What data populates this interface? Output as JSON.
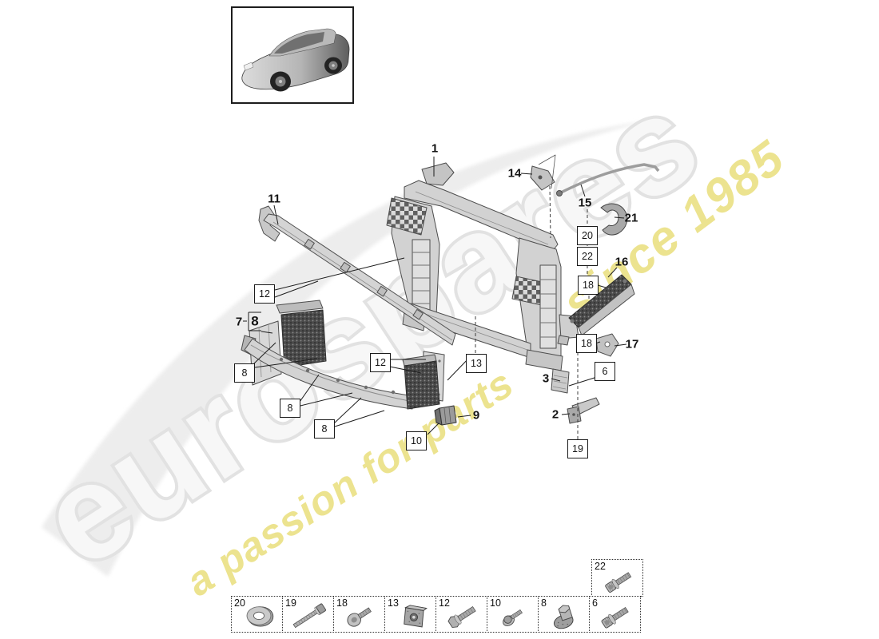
{
  "watermark": {
    "brand": "eurospares",
    "tagline_part1": "a passion for parts",
    "tagline_part2": "since 1985",
    "tagline_full": "a passion for parts since 1985",
    "brand_edge_color": "#e2e2e2",
    "tagline_color": "#ece28a"
  },
  "vehicle_thumbnail": {
    "icon": "suv-three-quarter-view-illustration"
  },
  "diagram": {
    "callouts": [
      {
        "ref": "1",
        "style": "plain"
      },
      {
        "ref": "11",
        "style": "plain"
      },
      {
        "ref": "14",
        "style": "plain"
      },
      {
        "ref": "15",
        "style": "plain"
      },
      {
        "ref": "21",
        "style": "plain"
      },
      {
        "ref": "16",
        "style": "plain"
      },
      {
        "ref": "17",
        "style": "plain"
      },
      {
        "ref": "3",
        "style": "plain"
      },
      {
        "ref": "2",
        "style": "plain"
      },
      {
        "ref": "9",
        "style": "plain"
      },
      {
        "ref": "7",
        "style": "plain"
      },
      {
        "ref": "8",
        "style": "plain-bold"
      },
      {
        "ref": "12",
        "style": "boxed"
      },
      {
        "ref": "8",
        "style": "boxed"
      },
      {
        "ref": "8",
        "style": "boxed"
      },
      {
        "ref": "8",
        "style": "boxed"
      },
      {
        "ref": "12",
        "style": "boxed"
      },
      {
        "ref": "13",
        "style": "boxed"
      },
      {
        "ref": "10",
        "style": "boxed"
      },
      {
        "ref": "20",
        "style": "boxed"
      },
      {
        "ref": "22",
        "style": "boxed"
      },
      {
        "ref": "18",
        "style": "boxed"
      },
      {
        "ref": "18",
        "style": "boxed"
      },
      {
        "ref": "6",
        "style": "boxed"
      },
      {
        "ref": "19",
        "style": "boxed"
      }
    ]
  },
  "legend": {
    "items": [
      {
        "label": "20",
        "icon": "washer-icon"
      },
      {
        "label": "19",
        "icon": "long-hex-bolt-icon"
      },
      {
        "label": "18",
        "icon": "pan-head-screw-icon"
      },
      {
        "label": "13",
        "icon": "clip-nut-icon"
      },
      {
        "label": "12",
        "icon": "hex-flange-bolt-icon"
      },
      {
        "label": "10",
        "icon": "small-washer-screw-icon"
      },
      {
        "label": "8",
        "icon": "grommet-nut-icon"
      },
      {
        "label": "6",
        "icon": "torx-washer-screw-icon"
      }
    ],
    "extra_item": {
      "label": "22",
      "icon": "torx-washer-screw-icon"
    }
  }
}
